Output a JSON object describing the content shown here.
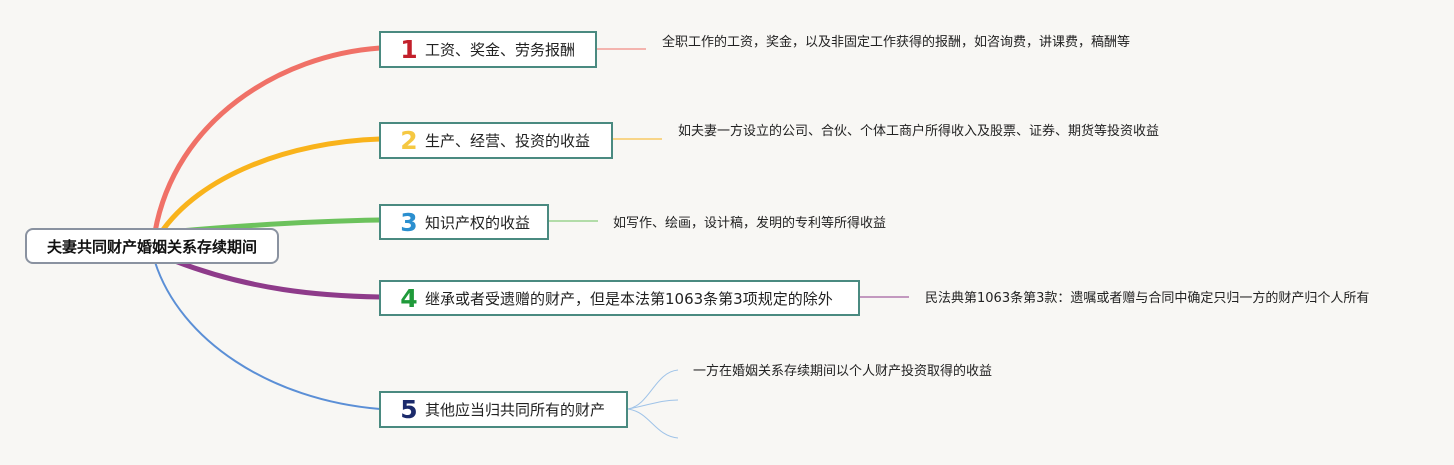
{
  "central": "夫妻共同财产婚姻关系存续期间",
  "branches": [
    {
      "num": "1",
      "label": "工资、奖金、劳务报酬",
      "color": "#f07167",
      "num_color": "#c2202b",
      "note": "全职工作的工资，奖金，以及非固定工作获得的报酬，如咨询费，讲课费，稿酬等"
    },
    {
      "num": "2",
      "label": "生产、经营、投资的收益",
      "color": "#f9b31b",
      "num_color": "#f5c842",
      "note": "如夫妻一方设立的公司、合伙、个体工商户所得收入及股票、证券、期货等投资收益"
    },
    {
      "num": "3",
      "label": "知识产权的收益",
      "color": "#6cc25c",
      "num_color": "#2b8fcf",
      "note": "如写作、绘画，设计稿，发明的专利等所得收益"
    },
    {
      "num": "4",
      "label": "继承或者受遗赠的财产，但是本法第1063条第3项规定的除外",
      "color": "#8e3b8a",
      "num_color": "#1f9a3a",
      "note": "民法典第1063条第3款：遗嘱或者赠与合同中确定只归一方的财产归个人所有"
    },
    {
      "num": "5",
      "label": "其他应当归共同所有的财产",
      "color": "#5b8fd6",
      "num_color": "#1b2a6b",
      "note": "一方在婚姻关系存续期间以个人财产投资取得的收益"
    }
  ]
}
